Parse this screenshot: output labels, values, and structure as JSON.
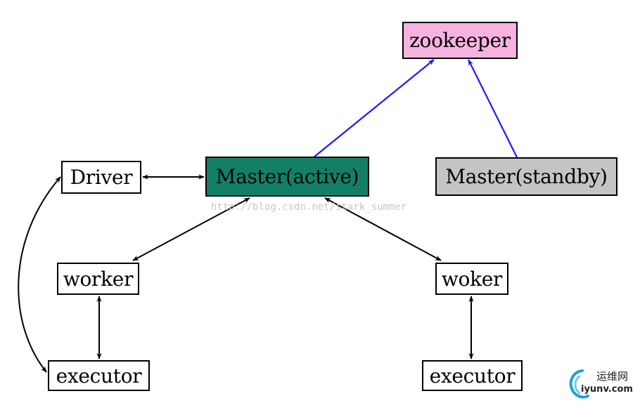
{
  "diagram": {
    "nodes": {
      "zookeeper": {
        "label": "zookeeper",
        "fill": "#f6b3e0"
      },
      "driver": {
        "label": "Driver",
        "fill": "#ffffff"
      },
      "master_active": {
        "label": "Master(active)",
        "fill": "#138066"
      },
      "master_standby": {
        "label": "Master(standby)",
        "fill": "#c4c4c4"
      },
      "worker_left": {
        "label": "worker",
        "fill": "#ffffff"
      },
      "worker_right": {
        "label": "woker",
        "fill": "#ffffff"
      },
      "executor_left": {
        "label": "executor",
        "fill": "#ffffff"
      },
      "executor_right": {
        "label": "executor",
        "fill": "#ffffff"
      }
    },
    "edges": [
      {
        "from": "master_active",
        "to": "zookeeper",
        "style": "single-arrow",
        "color": "#1a1aff"
      },
      {
        "from": "master_standby",
        "to": "zookeeper",
        "style": "single-arrow",
        "color": "#1a1aff"
      },
      {
        "from": "driver",
        "to": "master_active",
        "style": "double-arrow",
        "color": "#000000"
      },
      {
        "from": "master_active",
        "to": "worker_left",
        "style": "double-arrow",
        "color": "#000000"
      },
      {
        "from": "master_active",
        "to": "worker_right",
        "style": "double-arrow",
        "color": "#000000"
      },
      {
        "from": "worker_left",
        "to": "executor_left",
        "style": "double-arrow",
        "color": "#000000"
      },
      {
        "from": "worker_right",
        "to": "executor_right",
        "style": "double-arrow",
        "color": "#000000"
      },
      {
        "from": "driver",
        "to": "executor_left",
        "style": "curved-double-arrow",
        "color": "#000000"
      }
    ]
  },
  "watermark": {
    "text": "http://blog.csdn.net/stark_summer"
  },
  "logo": {
    "name_text": "运维网",
    "domain_text": "iyunv.com",
    "icon": "swirl-logo-icon",
    "color": "#1aa0e0"
  }
}
